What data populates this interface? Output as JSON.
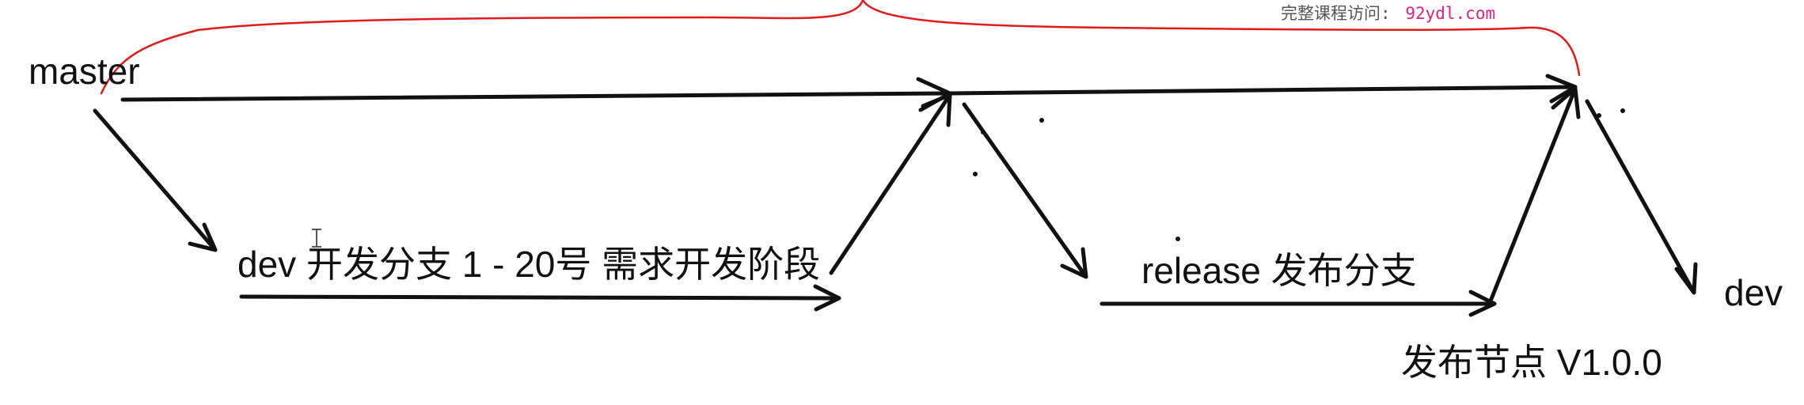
{
  "diagram": {
    "labels": {
      "master": "master",
      "dev_phase": "dev 开发分支 1 - 20号 需求开发阶段",
      "release": "release 发布分支",
      "release_node": "发布节点 V1.0.0",
      "dev_end": "dev"
    },
    "watermark": {
      "prefix": "完整课程访问:",
      "site": "92ydl.com",
      "prefix_color": "#555555",
      "site_color": "#e0208a"
    },
    "colors": {
      "stroke": "#111111",
      "brace": "#e11b1b",
      "background": "#ffffff"
    }
  }
}
